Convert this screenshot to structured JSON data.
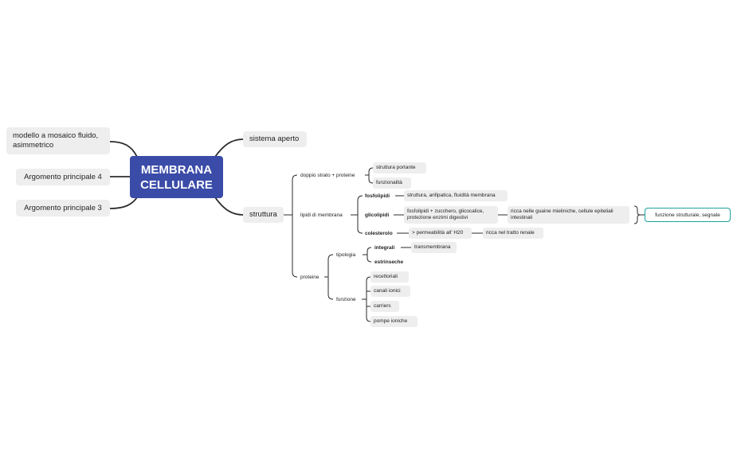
{
  "central_topic": "MEMBRANA CELLULARE",
  "left_topics": {
    "mosaico": "modello a mosaico fluido, asimmetrico",
    "argomento_4": "Argomento principale 4",
    "argomento_3": "Argomento principale 3"
  },
  "sistema_aperto": "sistema aperto",
  "struttura": {
    "label": "struttura",
    "doppio_strato": {
      "label": "doppio strato + proteine",
      "children": [
        "struttura portante",
        "funzionalità"
      ]
    },
    "lipidi": {
      "label": "lipidi di membrana",
      "fosfolipidi": {
        "label": "fosfolipidi",
        "desc": "struttura, anfipatica, fluidità membrana"
      },
      "glicolipidi": {
        "label": "glicolipidi",
        "desc": "fosfolipidi + zucchero, glicocalice, protezione enzimi digestivi",
        "detail": "ricca nelle guaine mieliniche, cellule epiteliali intestinali"
      },
      "colesterolo": {
        "label": "colesterolo",
        "desc": "> permeabilità all' H20",
        "detail": "ricca nel tratto renale"
      },
      "summary": "funzione strutturale, segnale"
    },
    "proteine": {
      "label": "proteine",
      "tipologia": {
        "label": "tipologia",
        "integrali": {
          "label": "integrali",
          "desc": "transmembrana"
        },
        "estrinseche": "estrinseche"
      },
      "funzione": {
        "label": "funzione",
        "items": [
          "recettoriali",
          "canali ionici",
          "carriers",
          "pompe ioniche"
        ]
      }
    }
  },
  "colors": {
    "central_fill": "#3a4ba8",
    "node_fill": "#eeeeee",
    "summary_border": "#1aa39c",
    "line": "#2b2b2b"
  }
}
